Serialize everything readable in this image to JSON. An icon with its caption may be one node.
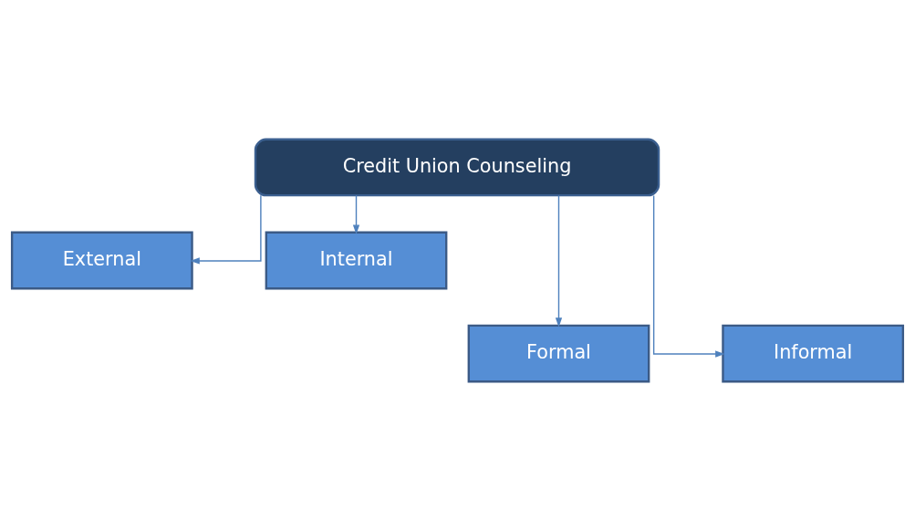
{
  "diagram": {
    "nodes": [
      {
        "text": [
          "Credit Union Counseling"
        ]
      },
      {
        "text": [
          "External"
        ]
      },
      {
        "text": [
          "Internal"
        ]
      },
      {
        "text": [
          "Formal"
        ]
      },
      {
        "text": [
          "Informal"
        ]
      }
    ],
    "edges": [
      {
        "from": 0,
        "to": 1,
        "arrow": "to"
      },
      {
        "from": 0,
        "to": 2,
        "arrow": "to"
      },
      {
        "from": 0,
        "to": 3,
        "arrow": "to"
      },
      {
        "from": 0,
        "to": 4,
        "arrow": "to"
      }
    ]
  }
}
